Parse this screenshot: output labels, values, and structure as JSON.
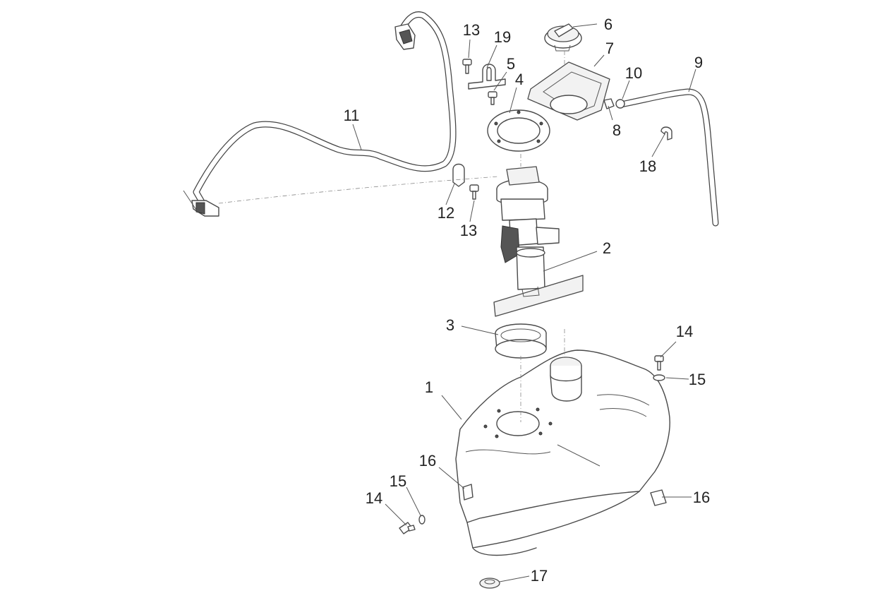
{
  "callouts": {
    "c1": "1",
    "c2": "2",
    "c3": "3",
    "c4": "4",
    "c5": "5",
    "c6": "6",
    "c7": "7",
    "c8": "8",
    "c9": "9",
    "c10": "10",
    "c11": "11",
    "c12": "12",
    "c13a": "13",
    "c13b": "13",
    "c14a": "14",
    "c14b": "14",
    "c15a": "15",
    "c15b": "15",
    "c16a": "16",
    "c16b": "16",
    "c17": "17",
    "c18": "18",
    "c19": "19"
  }
}
